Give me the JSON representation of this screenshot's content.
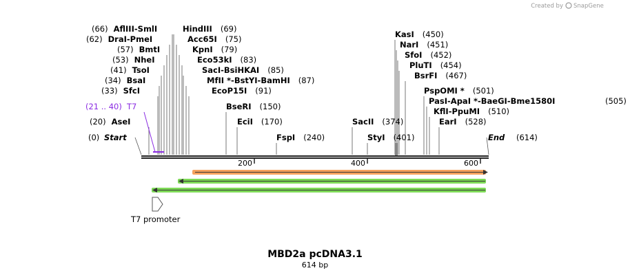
{
  "credit": {
    "text": "Created by",
    "brand": "SnapGene"
  },
  "title": "MBD2a pcDNA3.1",
  "length_label": "614 bp",
  "axis_ticks": [
    "200",
    "400",
    "600"
  ],
  "start_label": {
    "pos": "(0)",
    "name": "Start"
  },
  "end_label": {
    "name": "End",
    "pos": "(614)"
  },
  "feature_t7": {
    "range": "(21 .. 40)",
    "name": "T7"
  },
  "promoter_label": "T7 promoter",
  "enzyme_groups": [
    {
      "pos": "(66)",
      "names": [
        "AflIII",
        "SmlI"
      ]
    },
    {
      "pos": "(69)",
      "names": [
        "HindIII"
      ]
    },
    {
      "pos": "(62)",
      "names": [
        "DraI",
        "PmeI"
      ]
    },
    {
      "pos": "(75)",
      "names": [
        "Acc65I"
      ]
    },
    {
      "pos": "(57)",
      "names": [
        "BmtI"
      ]
    },
    {
      "pos": "(79)",
      "names": [
        "KpnI"
      ]
    },
    {
      "pos": "(53)",
      "names": [
        "NheI"
      ]
    },
    {
      "pos": "(83)",
      "names": [
        "Eco53kI"
      ]
    },
    {
      "pos": "(41)",
      "names": [
        "TsoI"
      ]
    },
    {
      "pos": "(85)",
      "names": [
        "SacI",
        "BsiHKAI"
      ]
    },
    {
      "pos": "(34)",
      "names": [
        "BsaI"
      ]
    },
    {
      "pos": "(87)",
      "names": [
        "MfII *",
        "BstYI",
        "BamHI"
      ]
    },
    {
      "pos": "(33)",
      "names": [
        "SfcI"
      ]
    },
    {
      "pos": "(91)",
      "names": [
        "EcoP15I"
      ]
    },
    {
      "pos": "(150)",
      "names": [
        "BseRI"
      ]
    },
    {
      "pos": "(20)",
      "names": [
        "AseI"
      ]
    },
    {
      "pos": "(170)",
      "names": [
        "EciI"
      ]
    },
    {
      "pos": "(240)",
      "names": [
        "FspI"
      ]
    },
    {
      "pos": "(374)",
      "names": [
        "SacII"
      ]
    },
    {
      "pos": "(401)",
      "names": [
        "StyI"
      ]
    },
    {
      "pos": "(450)",
      "names": [
        "KasI"
      ]
    },
    {
      "pos": "(451)",
      "names": [
        "NarI"
      ]
    },
    {
      "pos": "(452)",
      "names": [
        "SfoI"
      ]
    },
    {
      "pos": "(454)",
      "names": [
        "PluTI"
      ]
    },
    {
      "pos": "(467)",
      "names": [
        "BsrFI"
      ]
    },
    {
      "pos": "(501)",
      "names": [
        "PspOMI *"
      ]
    },
    {
      "pos": "(505)",
      "names": [
        "PasI",
        "ApaI *",
        "BaeGI",
        "Bme1580I"
      ]
    },
    {
      "pos": "(510)",
      "names": [
        "KflI",
        "PpuMI"
      ]
    },
    {
      "pos": "(528)",
      "names": [
        "EarI"
      ]
    }
  ],
  "colors": {
    "feature": "#8a2be2",
    "orange_arrow": "#f5a25d",
    "green_arrow": "#7ed957",
    "backbone": "#222222"
  }
}
